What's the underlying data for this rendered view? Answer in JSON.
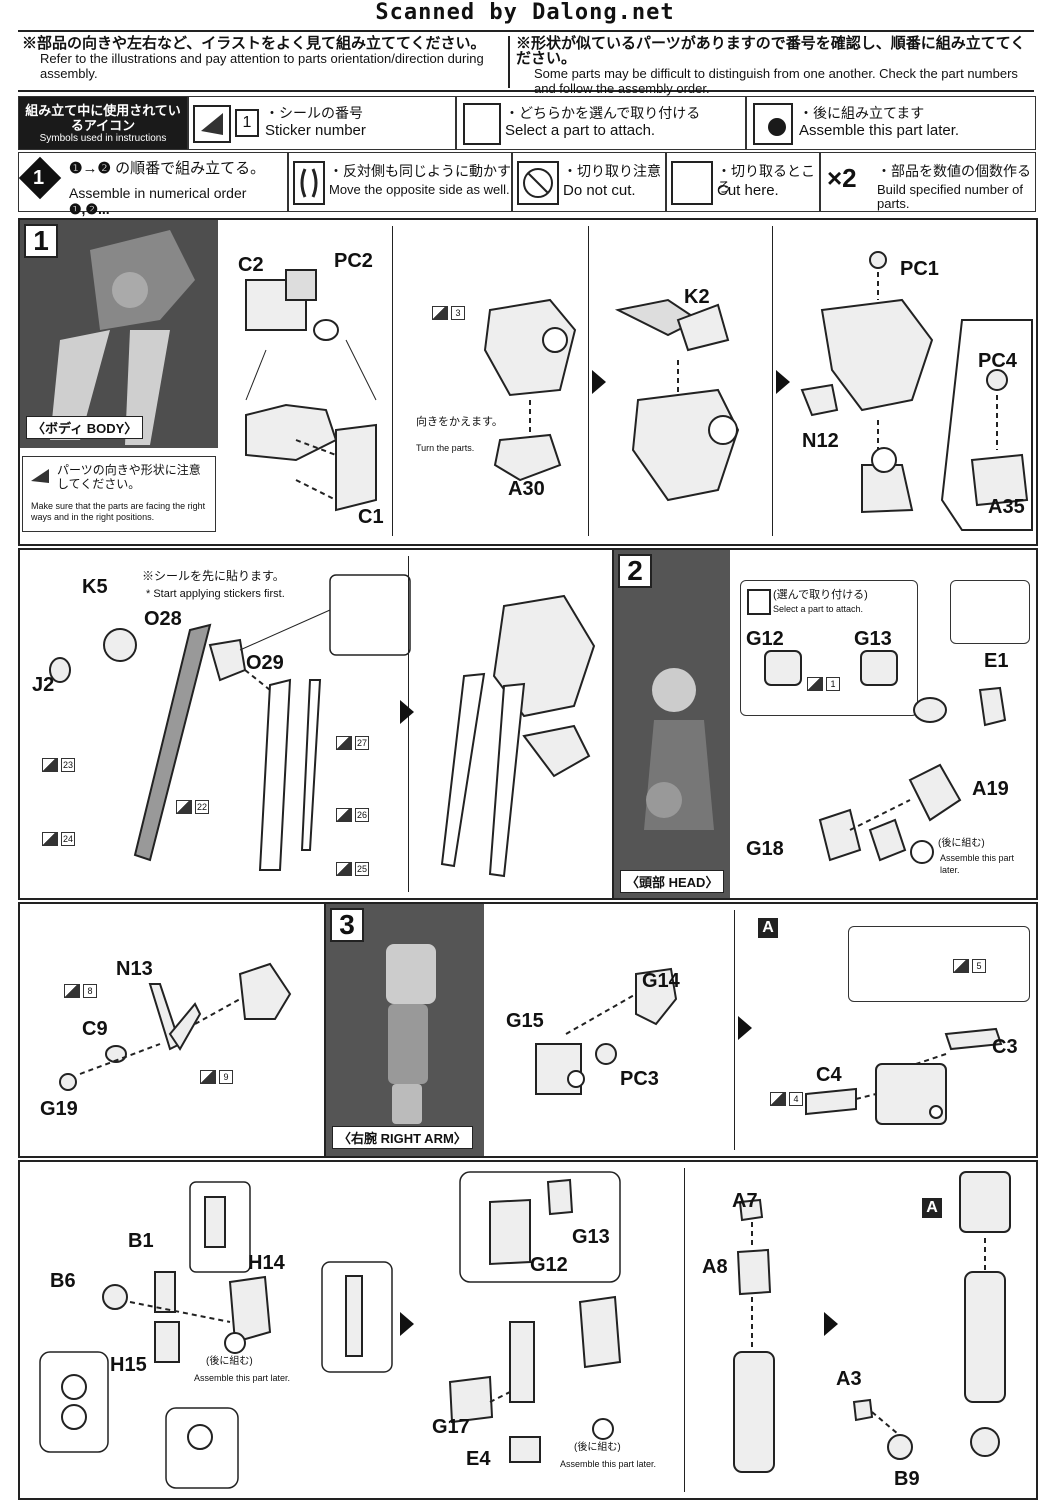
{
  "watermark": "Scanned by Dalong.net",
  "header": {
    "left_jp": "※部品の向きや左右など、イラストをよく見て組み立ててください。",
    "left_en": "Refer to the illustrations and pay attention to parts orientation/direction during assembly.",
    "right_jp": "※形状が似ているパーツがありますので番号を確認し、順番に組み立ててください。",
    "right_en": "Some parts may be difficult to distinguish from one another. Check the part numbers and follow the assembly order."
  },
  "symbols": {
    "title_jp": "組み立て中に使用されているアイコン",
    "title_en": "Symbols used in instructions",
    "sticker_jp": "・シールの番号",
    "sticker_en": "Sticker number",
    "sticker_num": "1",
    "select_jp": "・どちらかを選んで取り付ける",
    "select_en": "Select a part to attach.",
    "later_jp": "・後に組み立てます",
    "later_en": "Assemble this part later.",
    "order_jp": "の順番で組み立てる。",
    "order_en": "Assemble in numerical order",
    "opposite_jp": "・反対側も同じように動かす",
    "opposite_en": "Move the opposite side as well.",
    "nocut_jp": "・切り取り注意",
    "nocut_en": "Do not cut.",
    "cut_jp": "・切り取るところ",
    "cut_en": "Cut here.",
    "x2": "×2",
    "build_jp": "・部品を数値の個数作る",
    "build_en": "Build specified number of parts."
  },
  "step1": {
    "number": "1",
    "label": "〈ボディ BODY〉",
    "caution_jp": "パーツの向きや形状に注意してください。",
    "caution_en": "Make sure that the parts are facing the right ways and in the right positions.",
    "turn_jp": "向きをかえます。",
    "turn_en": "Turn the parts.",
    "parts": [
      "C2",
      "PC2",
      "C1",
      "A30",
      "K2",
      "PC1",
      "N12",
      "PC4",
      "A35"
    ],
    "stickers": [
      "3"
    ]
  },
  "step1b": {
    "sticker_note_jp": "※シールを先に貼ります。",
    "sticker_note_en": "* Start applying stickers first.",
    "parts": [
      "K5",
      "J2",
      "O28",
      "O29"
    ],
    "stickers": [
      "23",
      "24",
      "22",
      "27",
      "26",
      "25"
    ]
  },
  "step2": {
    "number": "2",
    "label": "〈頭部 HEAD〉",
    "select_jp": "(選んで取り付ける)",
    "select_en": "Select a part to attach.",
    "later_jp": "(後に組む)",
    "later_en": "Assemble this part later.",
    "parts": [
      "G12",
      "G13",
      "E1",
      "A19",
      "G18"
    ],
    "stickers": [
      "1"
    ]
  },
  "step2b": {
    "parts": [
      "N13",
      "C9",
      "G19"
    ],
    "stickers": [
      "8",
      "9"
    ]
  },
  "step3": {
    "number": "3",
    "label": "〈右腕 RIGHT ARM〉",
    "parts": [
      "G14",
      "G15",
      "PC3",
      "C3",
      "C4"
    ],
    "stickers": [
      "5",
      "4"
    ],
    "sub": "A"
  },
  "step3b": {
    "later_jp": "(後に組む)",
    "later_en": "Assemble this part later.",
    "parts": [
      "B1",
      "B6",
      "H14",
      "H15",
      "G13",
      "G12",
      "G17",
      "E4",
      "A7",
      "A8",
      "A3",
      "B9"
    ],
    "sub": "A"
  }
}
